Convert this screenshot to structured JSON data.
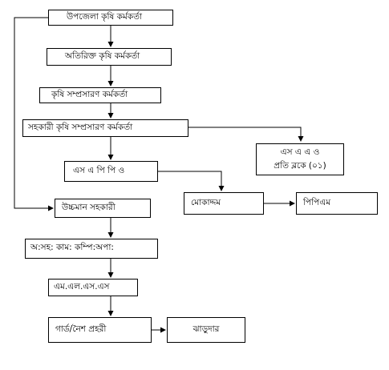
{
  "diagram": {
    "nodes": {
      "upazila_officer": "উপজেলা কৃষি কর্মকর্তা",
      "additional_officer": "অতিরিক্ত কৃষি কর্মকর্তা",
      "extension_officer": "কৃষি সম্প্রসারণ কর্মকর্তা",
      "assistant_extension_officer": "সহকারী কৃষি সম্প্রসারণ কর্মকর্তা",
      "saao_line1": "এস এ এ ও",
      "saao_line2": "প্রতি ব্লকে (০১)",
      "sapp": "এস এ পি পি ও",
      "mokaddem": "মোকাদ্দম",
      "ppm": "পিপিএম",
      "higher_assistant": "উচ্চমান সহকারী",
      "office_assistant": "অ:সহ: কাম: কম্পি:অপা:",
      "mlss": "এম.এল.এস.এস",
      "guard": "গার্ড/নৈশ প্রহরী",
      "sweeper": "ঝাড়ুদার"
    }
  }
}
